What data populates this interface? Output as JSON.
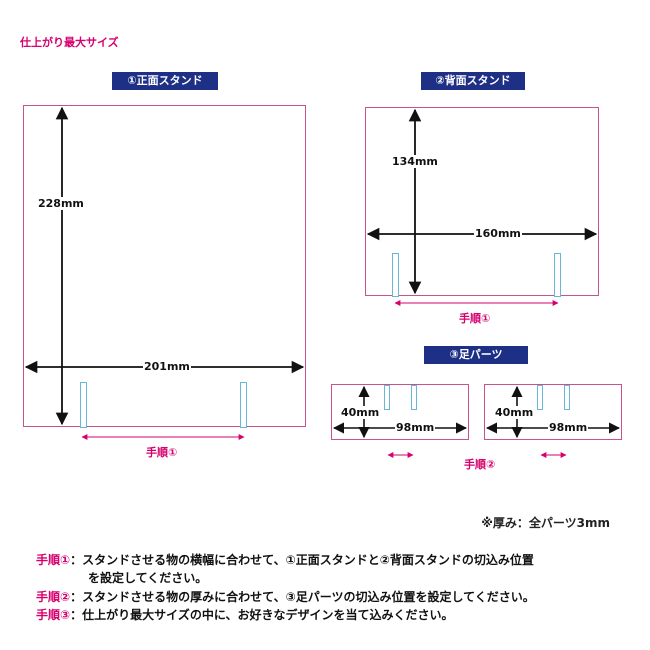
{
  "heading": "仕上がり最大サイズ",
  "front": {
    "badge": "①正面スタンド",
    "height": "228mm",
    "width": "201mm",
    "step": "手順①"
  },
  "back": {
    "badge": "②背面スタンド",
    "height": "134mm",
    "width": "160mm",
    "step": "手順①"
  },
  "feet": {
    "badge": "③足パーツ",
    "height": "40mm",
    "width": "98mm",
    "step": "手順②"
  },
  "note": "※厚み：全パーツ3mm",
  "instructions": [
    {
      "key": "手順①",
      "text": "：スタンドさせる物の横幅に合わせて、①正面スタンドと②背面スタンドの切込み位置",
      "cont": "を設定してください。"
    },
    {
      "key": "手順②",
      "text": "：スタンドさせる物の厚みに合わせて、③足パーツの切込み位置を設定してください。"
    },
    {
      "key": "手順③",
      "text": "：仕上がり最大サイズの中に、お好きなデザインを当て込みください。"
    }
  ],
  "colors": {
    "accent": "#d6006e",
    "badge": "#1e2f86",
    "outline": "#c8528c",
    "slot": "#66b8d4"
  }
}
